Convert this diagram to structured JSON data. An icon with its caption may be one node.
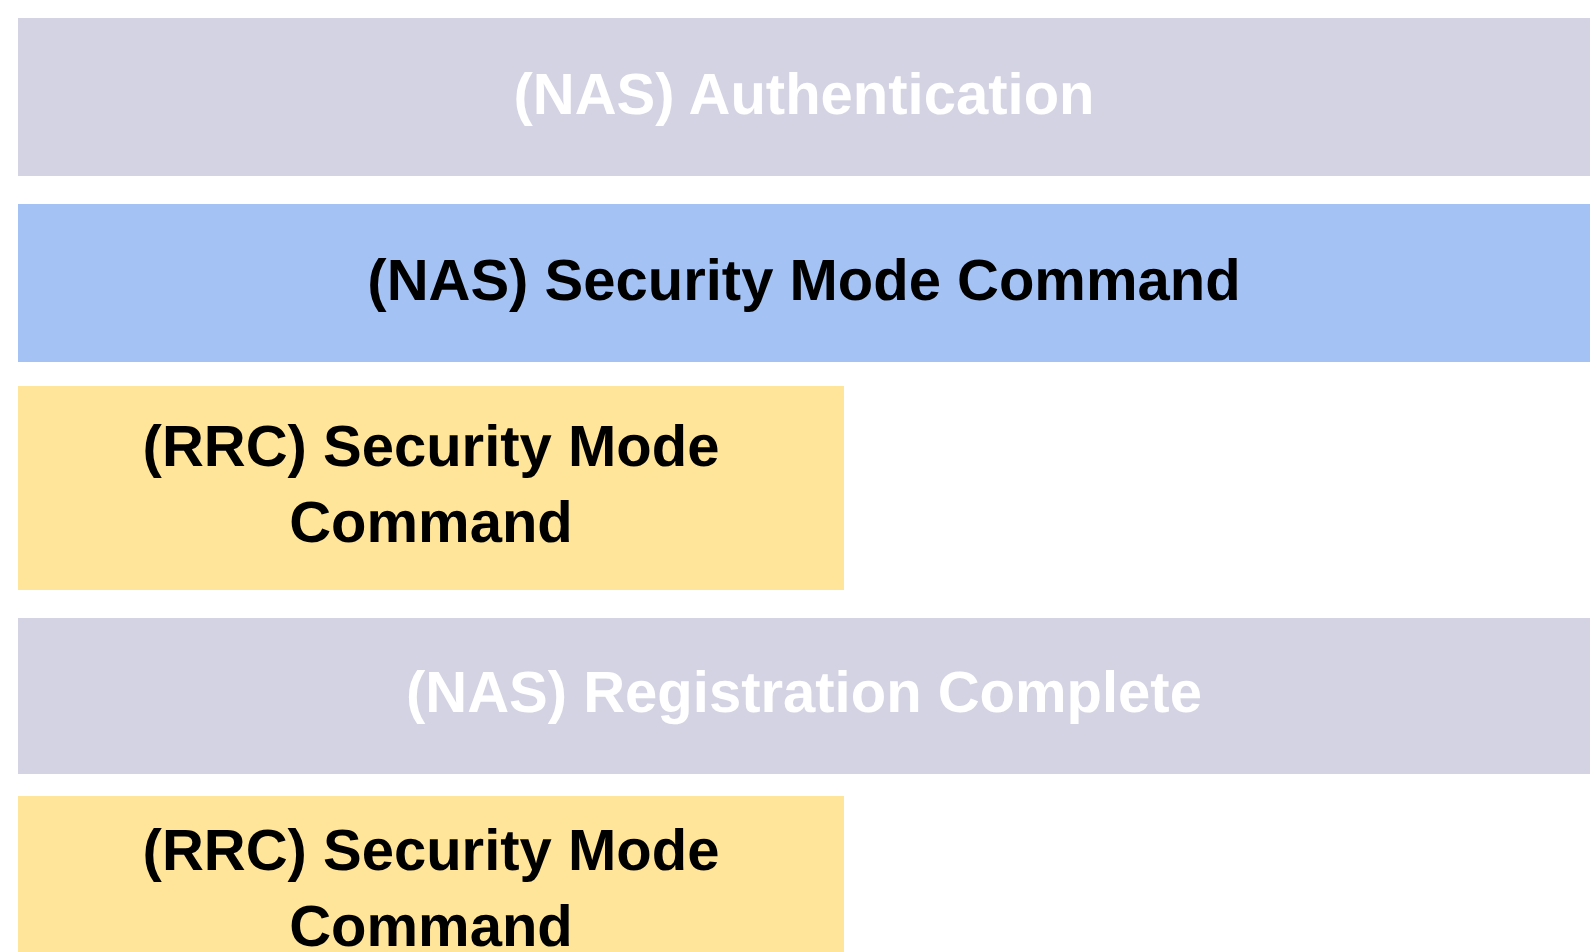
{
  "diagram": {
    "nodes": [
      {
        "text": [
          "(NAS) Authentication"
        ]
      },
      {
        "text": [
          "(NAS) Security Mode Command"
        ]
      },
      {
        "text": [
          "(RRC) Security Mode Command"
        ]
      },
      {
        "text": [
          "(NAS) Registration Complete"
        ]
      },
      {
        "text": [
          "(RRC) Security Mode Command"
        ]
      }
    ]
  }
}
